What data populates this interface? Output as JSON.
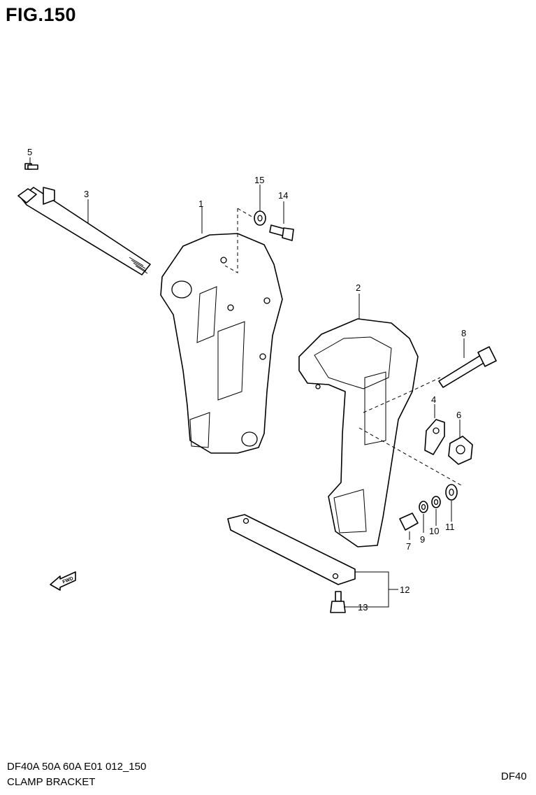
{
  "figure": {
    "title": "FIG.150",
    "model_line": "DF40A 50A 60A E01 012_150",
    "section_name": "CLAMP BRACKET",
    "model_code": "DF40"
  },
  "callouts": [
    "1",
    "2",
    "3",
    "4",
    "5",
    "6",
    "7",
    "8",
    "9",
    "10",
    "11",
    "12",
    "13",
    "14",
    "15"
  ],
  "fwd_label": "FWD"
}
